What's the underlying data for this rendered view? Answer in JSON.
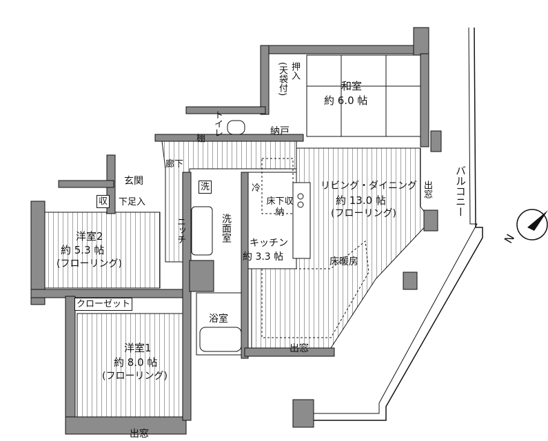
{
  "rooms": {
    "washitsu": {
      "name": "和室",
      "size": "約 6.0 帖"
    },
    "oshiire": {
      "name": "押入",
      "note": "(天袋付)"
    },
    "toilet": "トイレ",
    "shelf": "棚",
    "nando": "納戸",
    "rouka": "廊下",
    "genkan": "玄関",
    "shu": "収",
    "getabako": "下足入",
    "sen": "洗",
    "rei": "冷",
    "yukashita": "床下収納",
    "niche": "ニッチ",
    "senmen": "洗面室",
    "kitchen": {
      "name": "キッチン",
      "size": "約 3.3 帖"
    },
    "ldk": {
      "name": "リビング・ダイニング",
      "size": "約 13.0 帖",
      "floor": "(フローリング)"
    },
    "yukadanbou": "床暖房",
    "demado_ldk": "出窓",
    "demado_kitchen": "出窓",
    "demado_room1": "出窓",
    "balcony": "バルコニー",
    "youshitsu2": {
      "name": "洋室2",
      "size": "約 5.3 帖",
      "floor": "(フローリング)"
    },
    "closet": "クローゼット",
    "youshitsu1": {
      "name": "洋室1",
      "size": "約 8.0 帖",
      "floor": "(フローリング)"
    },
    "yokushitsu": "浴室"
  },
  "compass": {
    "label": "N"
  },
  "colors": {
    "wall": "#8c8c8c",
    "line": "#111111"
  }
}
